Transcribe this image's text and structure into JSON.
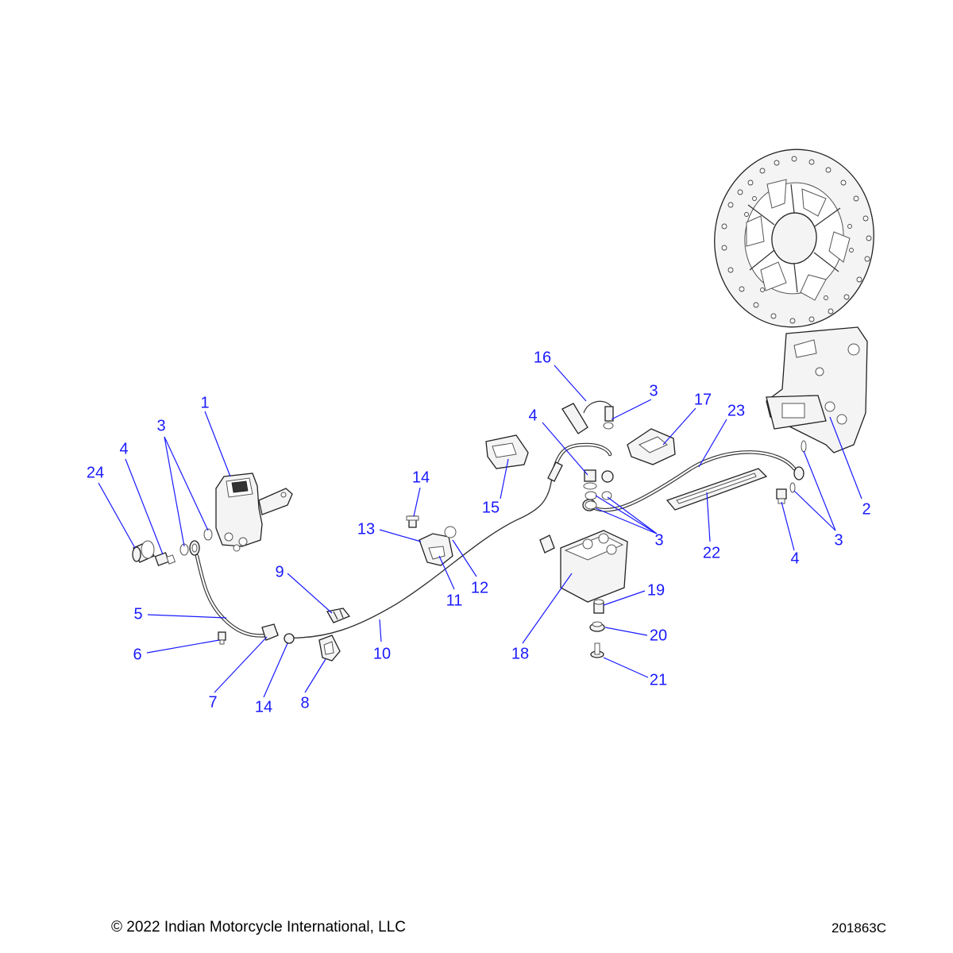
{
  "callouts": {
    "c1": "1",
    "c2": "2",
    "c3a": "3",
    "c3b": "3",
    "c3c": "3",
    "c3d": "3",
    "c4a": "4",
    "c4b": "4",
    "c4c": "4",
    "c5": "5",
    "c6": "6",
    "c7": "7",
    "c8": "8",
    "c9": "9",
    "c10": "10",
    "c11": "11",
    "c12": "12",
    "c13": "13",
    "c14a": "14",
    "c14b": "14",
    "c15": "15",
    "c16": "16",
    "c17": "17",
    "c18": "18",
    "c19": "19",
    "c20": "20",
    "c21": "21",
    "c22": "22",
    "c23": "23",
    "c24": "24"
  },
  "footer": {
    "copyright": "© 2022 Indian Motorcycle International, LLC",
    "drawing_id": "201863C"
  },
  "colors": {
    "callout": "#1a1aff",
    "line_art": "#222222",
    "background": "#ffffff"
  }
}
